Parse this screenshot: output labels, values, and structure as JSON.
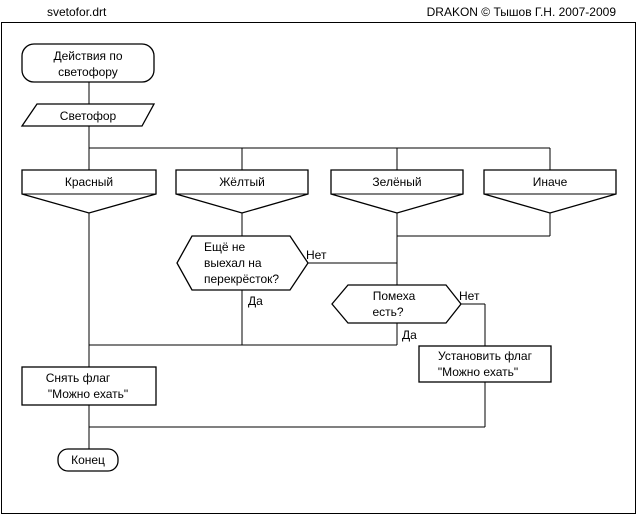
{
  "header": {
    "filename": "svetofor.drt",
    "copyright": "DRAKON © Тышов Г.Н. 2007-2009"
  },
  "diagram": {
    "title_line1": "Действия по",
    "title_line2": "светофору",
    "input": "Светофор",
    "cases": [
      "Красный",
      "Жёлтый",
      "Зелёный",
      "Иначе"
    ],
    "question1_line1": "Ещё не",
    "question1_line2": "выехал на",
    "question1_line3": "перекрёсток?",
    "question2_line1": "Помеха",
    "question2_line2": "есть?",
    "yes": "Да",
    "no": "Нет",
    "action_set_line1": "Установить флаг",
    "action_set_line2": "\"Можно ехать\"",
    "action_clear_line1": "Снять флаг",
    "action_clear_line2": "\"Можно ехать\"",
    "end": "Конец"
  }
}
